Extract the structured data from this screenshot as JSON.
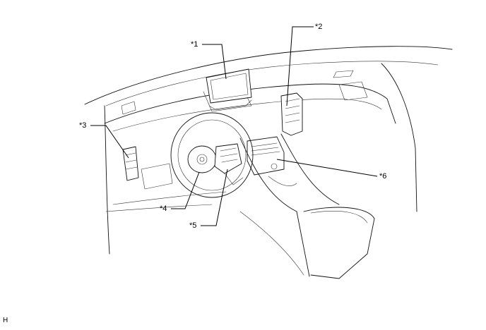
{
  "callouts": [
    {
      "id": "1",
      "label": "*1"
    },
    {
      "id": "2",
      "label": "*2"
    },
    {
      "id": "3",
      "label": "*3"
    },
    {
      "id": "4",
      "label": "*4"
    },
    {
      "id": "5",
      "label": "*5"
    },
    {
      "id": "6",
      "label": "*6"
    }
  ],
  "corner_mark": "H"
}
